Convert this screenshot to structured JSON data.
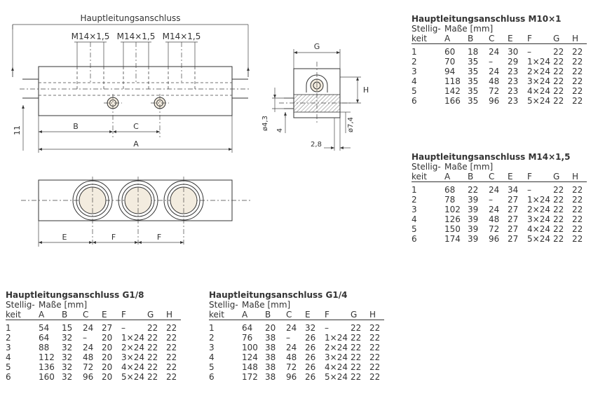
{
  "drawing": {
    "main_port_label": "Hauptleitungsanschluss",
    "thread_labels": [
      "M14×1,5",
      "M14×1,5",
      "M14×1,5"
    ],
    "dim_A": "A",
    "dim_B": "B",
    "dim_C": "C",
    "dim_E": "E",
    "dim_F1": "F",
    "dim_F2": "F",
    "dim_G": "G",
    "dim_H": "H",
    "dim_11": "11",
    "dim_d43": "ø4,3",
    "dim_4": "4",
    "dim_d74": "ø7,4",
    "dim_28": "2,8"
  },
  "tables": {
    "m10": {
      "title": "Hauptleitungsanschluss M10×1",
      "stell_1": "Stellig-",
      "stell_2": "keit",
      "masse": "Maße [mm]",
      "cols": [
        "A",
        "B",
        "C",
        "E",
        "F",
        "G",
        "H"
      ],
      "rows": [
        [
          "1",
          "60",
          "18",
          "24",
          "30",
          "–",
          "22",
          "22"
        ],
        [
          "2",
          "70",
          "35",
          "–",
          "29",
          "1×24",
          "22",
          "22"
        ],
        [
          "3",
          "94",
          "35",
          "24",
          "23",
          "2×24",
          "22",
          "22"
        ],
        [
          "4",
          "118",
          "35",
          "48",
          "23",
          "3×24",
          "22",
          "22"
        ],
        [
          "5",
          "142",
          "35",
          "72",
          "23",
          "4×24",
          "22",
          "22"
        ],
        [
          "6",
          "166",
          "35",
          "96",
          "23",
          "5×24",
          "22",
          "22"
        ]
      ]
    },
    "m14": {
      "title": "Hauptleitungsanschluss M14×1,5",
      "stell_1": "Stellig-",
      "stell_2": "keit",
      "masse": "Maße [mm]",
      "cols": [
        "A",
        "B",
        "C",
        "E",
        "F",
        "G",
        "H"
      ],
      "rows": [
        [
          "1",
          "68",
          "22",
          "24",
          "34",
          "–",
          "22",
          "22"
        ],
        [
          "2",
          "78",
          "39",
          "–",
          "27",
          "1×24",
          "22",
          "22"
        ],
        [
          "3",
          "102",
          "39",
          "24",
          "27",
          "2×24",
          "22",
          "22"
        ],
        [
          "4",
          "126",
          "39",
          "48",
          "27",
          "3×24",
          "22",
          "22"
        ],
        [
          "5",
          "150",
          "39",
          "72",
          "27",
          "4×24",
          "22",
          "22"
        ],
        [
          "6",
          "174",
          "39",
          "96",
          "27",
          "5×24",
          "22",
          "22"
        ]
      ]
    },
    "g18": {
      "title": "Hauptleitungsanschluss G1/8",
      "stell_1": "Stellig-",
      "stell_2": "keit",
      "masse": "Maße [mm]",
      "cols": [
        "A",
        "B",
        "C",
        "E",
        "F",
        "G",
        "H"
      ],
      "rows": [
        [
          "1",
          "54",
          "15",
          "24",
          "27",
          "–",
          "22",
          "22"
        ],
        [
          "2",
          "64",
          "32",
          "–",
          "20",
          "1×24",
          "22",
          "22"
        ],
        [
          "3",
          "88",
          "32",
          "24",
          "20",
          "2×24",
          "22",
          "22"
        ],
        [
          "4",
          "112",
          "32",
          "48",
          "20",
          "3×24",
          "22",
          "22"
        ],
        [
          "5",
          "136",
          "32",
          "72",
          "20",
          "4×24",
          "22",
          "22"
        ],
        [
          "6",
          "160",
          "32",
          "96",
          "20",
          "5×24",
          "22",
          "22"
        ]
      ]
    },
    "g14": {
      "title": "Hauptleitungsanschluss G1/4",
      "stell_1": "Stellig-",
      "stell_2": "keit",
      "masse": "Maße [mm]",
      "cols": [
        "A",
        "B",
        "C",
        "E",
        "F",
        "G",
        "H"
      ],
      "rows": [
        [
          "1",
          "64",
          "20",
          "24",
          "32",
          "–",
          "22",
          "22"
        ],
        [
          "2",
          "76",
          "38",
          "–",
          "26",
          "1×24",
          "22",
          "22"
        ],
        [
          "3",
          "100",
          "38",
          "24",
          "26",
          "2×24",
          "22",
          "22"
        ],
        [
          "4",
          "124",
          "38",
          "48",
          "26",
          "3×24",
          "22",
          "22"
        ],
        [
          "5",
          "148",
          "38",
          "72",
          "26",
          "4×24",
          "22",
          "22"
        ],
        [
          "6",
          "172",
          "38",
          "96",
          "26",
          "5×24",
          "22",
          "22"
        ]
      ]
    }
  }
}
